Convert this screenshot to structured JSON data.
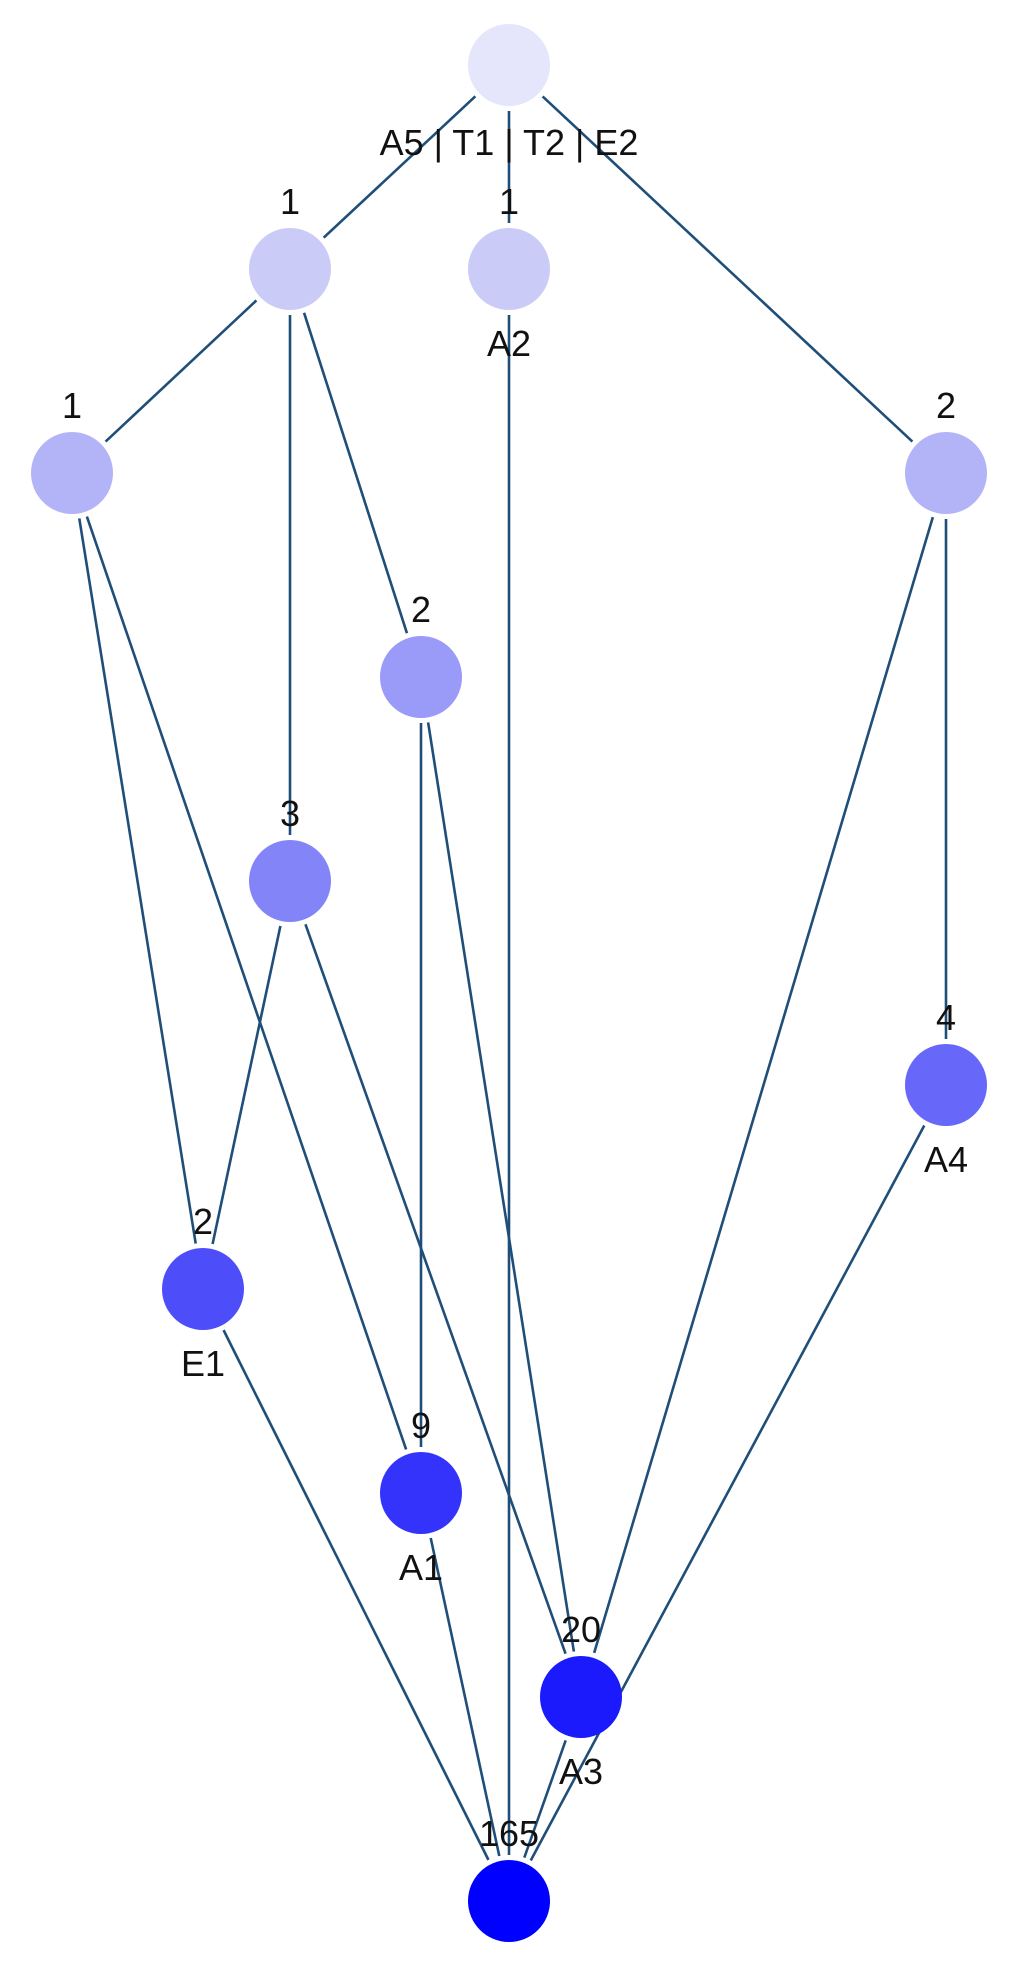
{
  "diagram": {
    "type": "concept-lattice",
    "edge_color": "#1f4e79",
    "top_node_label": "A5 | T1 | T2 | E2",
    "nodes": [
      {
        "id": "n0",
        "count": null,
        "label": "A5 | T1 | T2 | E2",
        "color": "#e5e5fb"
      },
      {
        "id": "n1",
        "count": "1",
        "label": null,
        "color": "#cbcbf8"
      },
      {
        "id": "n2",
        "count": "1",
        "label": "A2",
        "color": "#cbcbf8"
      },
      {
        "id": "n3",
        "count": "1",
        "label": null,
        "color": "#b3b3f8"
      },
      {
        "id": "n4",
        "count": "2",
        "label": null,
        "color": "#b3b3f8"
      },
      {
        "id": "n5",
        "count": "2",
        "label": null,
        "color": "#9a9af8"
      },
      {
        "id": "n6",
        "count": "3",
        "label": null,
        "color": "#8484f9"
      },
      {
        "id": "n7",
        "count": "4",
        "label": "A4",
        "color": "#6767fa"
      },
      {
        "id": "n8",
        "count": "2",
        "label": "E1",
        "color": "#4d4dfa"
      },
      {
        "id": "n9",
        "count": "9",
        "label": "A1",
        "color": "#3333fb"
      },
      {
        "id": "n10",
        "count": "20",
        "label": "A3",
        "color": "#1a1afc"
      },
      {
        "id": "n11",
        "count": "165",
        "label": null,
        "color": "#0000ff"
      }
    ],
    "edges": [
      [
        "n0",
        "n1"
      ],
      [
        "n0",
        "n2"
      ],
      [
        "n0",
        "n4"
      ],
      [
        "n1",
        "n3"
      ],
      [
        "n1",
        "n6"
      ],
      [
        "n1",
        "n5"
      ],
      [
        "n2",
        "n11"
      ],
      [
        "n3",
        "n8"
      ],
      [
        "n3",
        "n9"
      ],
      [
        "n4",
        "n10"
      ],
      [
        "n4",
        "n7"
      ],
      [
        "n5",
        "n9"
      ],
      [
        "n5",
        "n10"
      ],
      [
        "n6",
        "n8"
      ],
      [
        "n6",
        "n10"
      ],
      [
        "n7",
        "n11"
      ],
      [
        "n8",
        "n11"
      ],
      [
        "n9",
        "n11"
      ],
      [
        "n10",
        "n11"
      ]
    ]
  }
}
